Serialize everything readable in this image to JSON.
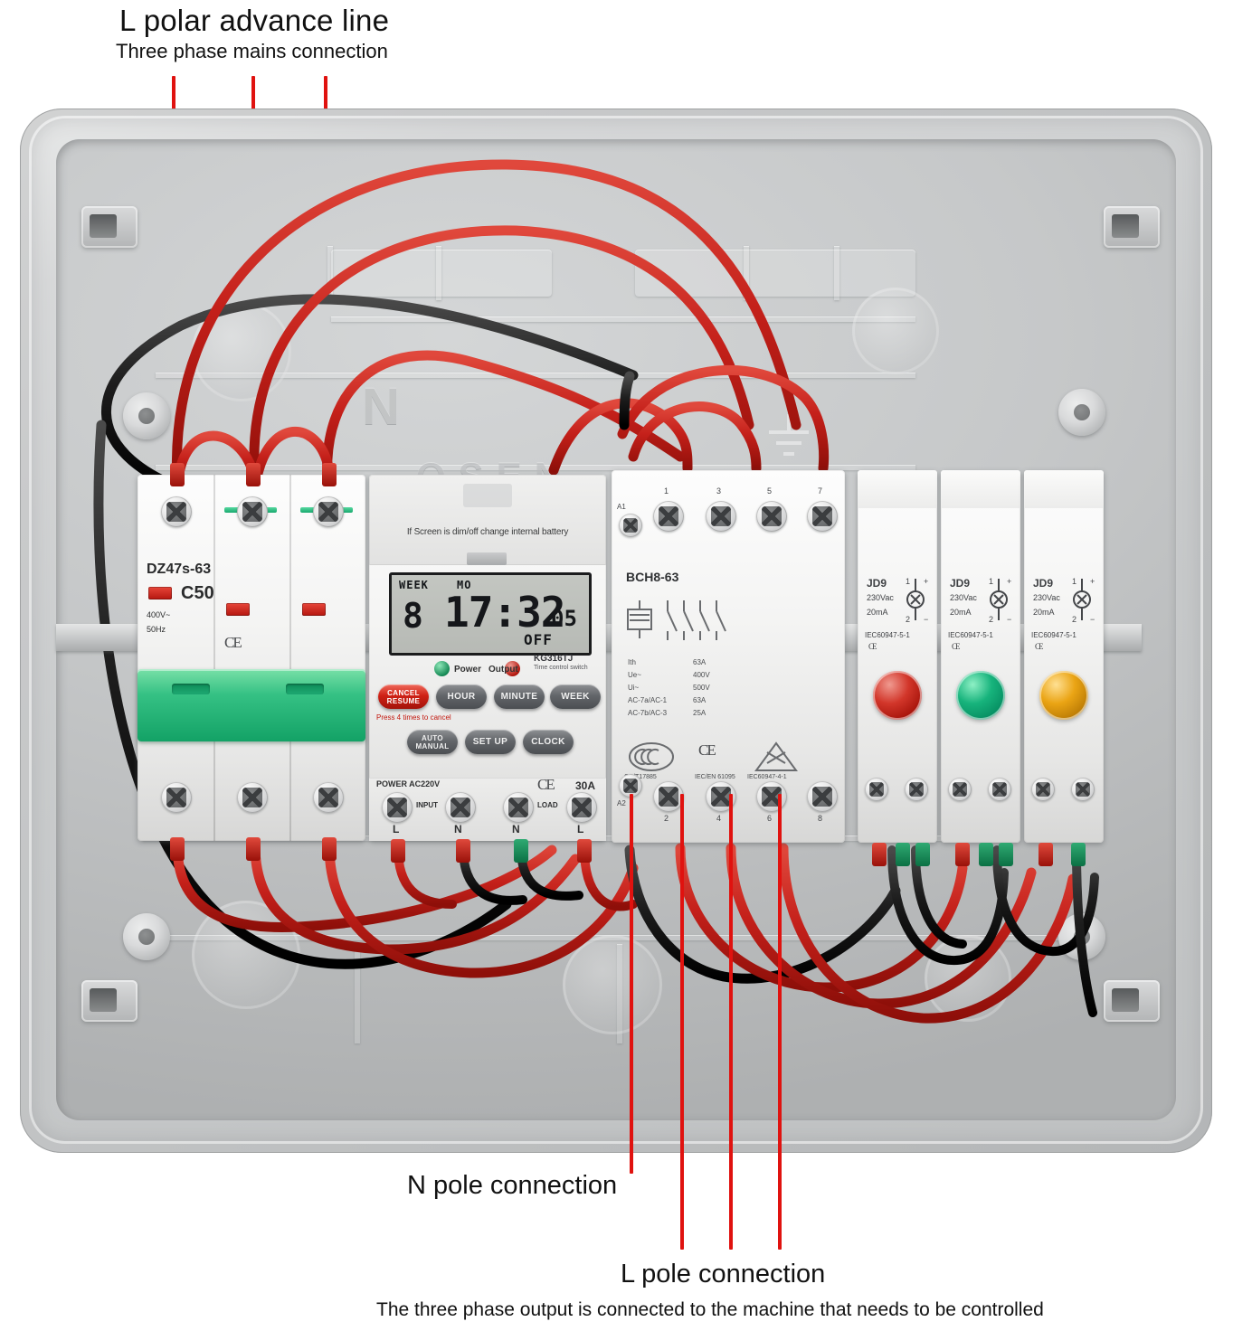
{
  "annotations": {
    "top_title": "L polar advance line",
    "top_subtitle": "Three phase mains connection",
    "n_pole": "N pole connection",
    "l_pole": "L pole connection",
    "bottom_note": "The three phase output is connected to the machine that needs to be controlled",
    "pointer_color": "#e0120f"
  },
  "enclosure": {
    "emboss_n": "N",
    "emboss_brand": "OSEN",
    "emboss_ground": "earth-ground-symbol"
  },
  "mcb": {
    "model": "DZ47s-63",
    "rating": "C50",
    "voltage": "400V~",
    "frequency": "50Hz",
    "cert": "CE",
    "poles": 3
  },
  "timer": {
    "note": "If Screen is dim/off change internal battery",
    "model": "KG316TJ",
    "model_sub": "Time control switch",
    "lcd": {
      "week_label": "WEEK",
      "day_label": "MO",
      "day_number": "8",
      "time": "17:32",
      "seconds": "05",
      "status": "OFF"
    },
    "leds": [
      {
        "name": "power",
        "label": "Power",
        "color": "#168a55"
      },
      {
        "name": "output",
        "label": "Output",
        "color": "#b4170e"
      }
    ],
    "buttons": [
      {
        "name": "cancel-resume",
        "label": "CANCEL RESUME",
        "style": "red"
      },
      {
        "name": "hour",
        "label": "HOUR",
        "style": "dark"
      },
      {
        "name": "minute",
        "label": "MINUTE",
        "style": "dark"
      },
      {
        "name": "week",
        "label": "WEEK",
        "style": "dark"
      },
      {
        "name": "auto-manual",
        "label": "AUTO MANUAL",
        "style": "dark"
      },
      {
        "name": "setup",
        "label": "SET UP",
        "style": "dark"
      },
      {
        "name": "clock",
        "label": "CLOCK",
        "style": "dark"
      }
    ],
    "red_hint": "Press 4 times to cancel",
    "footer": {
      "power": "POWER AC220V",
      "cert": "CE",
      "current": "30A",
      "input_label": "INPUT",
      "load_label": "LOAD",
      "terminals": [
        "L",
        "N",
        "N",
        "L"
      ]
    }
  },
  "contactor": {
    "model": "BCH8-63",
    "specs": [
      {
        "key": "Ith",
        "value": "63A"
      },
      {
        "key": "Ue~",
        "value": "400V"
      },
      {
        "key": "Ui~",
        "value": "500V"
      },
      {
        "key": "AC-7a/AC-1",
        "value": "63A"
      },
      {
        "key": "AC-7b/AC-3",
        "value": "25A"
      }
    ],
    "certs": [
      {
        "mark": "CCC",
        "standard": "GB/T17885"
      },
      {
        "mark": "CE",
        "standard": "IEC/EN 61095"
      },
      {
        "mark": "RCM",
        "standard": "IEC60947-4-1"
      }
    ],
    "terminals_top": [
      "A1",
      "1",
      "3",
      "5",
      "7"
    ],
    "terminals_bottom": [
      "A2",
      "2",
      "4",
      "6",
      "8"
    ]
  },
  "indicators": [
    {
      "model": "JD9",
      "voltage": "230Vac",
      "current": "20mA",
      "standard": "IEC60947-5-1",
      "cert": "CE",
      "polarity_plus": "1",
      "polarity_minus": "2",
      "color": "#cc2a1e",
      "color_name": "red"
    },
    {
      "model": "JD9",
      "voltage": "230Vac",
      "current": "20mA",
      "standard": "IEC60947-5-1",
      "cert": "CE",
      "polarity_plus": "1",
      "polarity_minus": "2",
      "color": "#00a878",
      "color_name": "green"
    },
    {
      "model": "JD9",
      "voltage": "230Vac",
      "current": "20mA",
      "standard": "IEC60947-5-1",
      "cert": "CE",
      "polarity_plus": "1",
      "polarity_minus": "2",
      "color": "#e09b10",
      "color_name": "amber"
    }
  ],
  "wires": {
    "live_color": "#c4201a",
    "neutral_color": "#1a1a1a"
  }
}
